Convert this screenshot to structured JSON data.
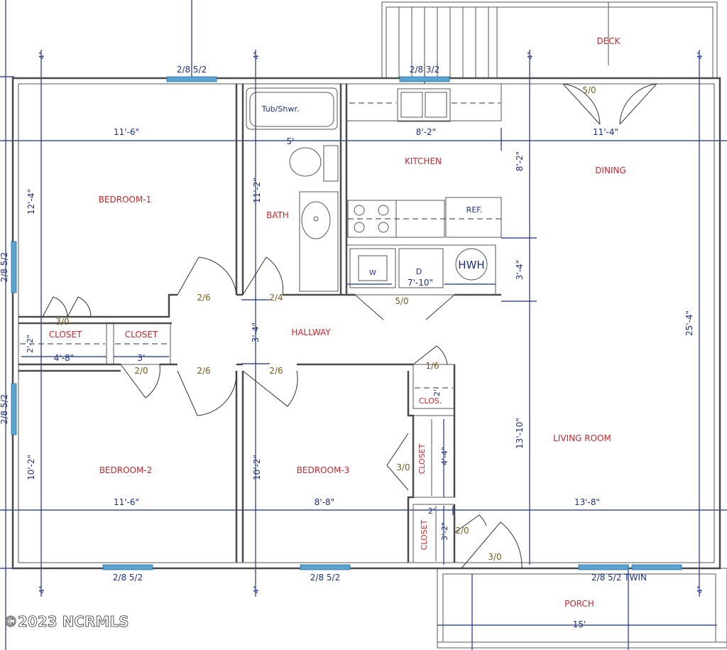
{
  "rooms": {
    "deck": "DECK",
    "bedroom1": "BEDROOM-1",
    "bath": "BATH",
    "kitchen": "KITCHEN",
    "dining": "DINING",
    "hallway": "HALLWAY",
    "closet_a": "CLOSET",
    "closet_b": "CLOSET",
    "clos": "CLOS.",
    "closet_c": "CLOSET",
    "closet_d": "CLOSET",
    "bedroom2": "BEDROOM-2",
    "bedroom3": "BEDROOM-3",
    "living": "LIVING ROOM",
    "porch": "PORCH"
  },
  "fixtures": {
    "tub": "Tub/Shwr.",
    "ref": "REF.",
    "hwh": "HWH",
    "washer": "W",
    "dryer": "D"
  },
  "dimensions": {
    "bed1_w": "11'-6\"",
    "bed1_h": "12'-4\"",
    "bath_w": "5'",
    "bath_h": "11'-2\"",
    "kitchen_w": "8'-2\"",
    "kitchen_h": "8'-2\"",
    "dining_w": "11'-4\"",
    "laundry_w": "7'-10\"",
    "laundry_h": "3'-4\"",
    "hall_h": "3'-4\"",
    "closet_h": "2'-2\"",
    "closet_a_w": "4'-8\"",
    "closet_b_w": "3'",
    "overall_h": "25'-4\"",
    "living_h": "13'-10\"",
    "bed2_w": "11'-6\"",
    "bed2_h": "10'-2\"",
    "bed3_w": "8'-8\"",
    "bed3_h": "10'-2\"",
    "living_w": "13'-8\"",
    "closet_c_h": "4'-4\"",
    "closet_d_h": "3'-2\"",
    "clos_w": "2'",
    "closet_d_w": "2'",
    "porch_w": "15'",
    "wall_top_l": "4\"",
    "wall_top_m": "4\"",
    "wall_top_r1": "4\"",
    "wall_top_r2": "4\"",
    "wall_bot_l": "4\"",
    "wall_bot_m": "4\"",
    "wall_bot_r": "4\""
  },
  "doors": {
    "d_dining": "5/0",
    "d_bed1": "2/6",
    "d_bath": "2/4",
    "d_laundry": "5/0",
    "d_closet_a": "3/0",
    "d_closet_b": "2/0",
    "d_bed2": "2/6",
    "d_bed3": "2/6",
    "d_clos": "1/6",
    "d_closet_c": "3/0",
    "d_closet_d": "2/0",
    "d_front": "3/0"
  },
  "windows": {
    "w_bed1_top": "2/8 5/2",
    "w_kitchen": "2/8 3/2",
    "w_bed1_side": "2/8 5/2",
    "w_bed2_side": "2/8 5/2",
    "w_bed2_bot": "2/8 5/2",
    "w_bed3_bot": "2/8 5/2",
    "w_living": "2/8 5/2 TWIN"
  },
  "watermark": "©2023 NCRMLS",
  "colors": {
    "room_label": "#d4262a",
    "dimension": "#1b2f8f",
    "door_label": "#7a5a1a",
    "window": "#5ba3d0"
  }
}
